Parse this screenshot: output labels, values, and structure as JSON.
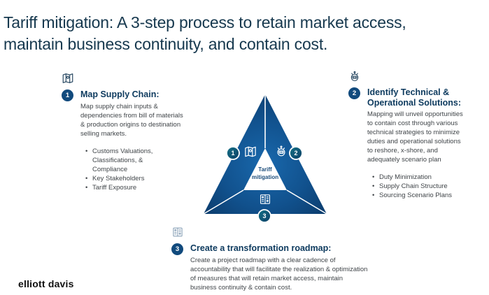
{
  "slide": {
    "title": "Tariff mitigation: A 3-step process to retain market access,\nmaintain business continuity, and contain cost."
  },
  "steps": [
    {
      "number": "1",
      "icon": "map-icon",
      "heading": "Map Supply Chain:",
      "body": "Map supply chain inputs & dependencies from bill of materials & production origins to destination selling markets.",
      "bullets": [
        "Customs Valuations, Classifications, & Compliance",
        "Key Stakeholders",
        "Tariff Exposure"
      ]
    },
    {
      "number": "2",
      "icon": "robot-icon",
      "heading": "Identify Technical & Operational Solutions:",
      "body": "Mapping will unveil opportunities to contain cost through various technical strategies to minimize duties and operational solutions to reshore, x-shore, and adequately scenario plan",
      "bullets": [
        "Duty Minimization",
        "Supply Chain Structure",
        "Sourcing Scenario Plans"
      ]
    },
    {
      "number": "3",
      "icon": "roadmap-icon",
      "heading": "Create a transformation roadmap:",
      "body": "Create a project roadmap with a clear cadence of accountability that will facilitate the realization & optimization of measures that will retain market access, maintain business continuity & contain cost.",
      "bullets": []
    }
  ],
  "diagram": {
    "center_label": "Tariff\nmitigation",
    "badge_labels": [
      "1",
      "2",
      "3"
    ]
  },
  "footer": {
    "logo": "elliott davis"
  },
  "colors": {
    "title_text": "#16384e",
    "heading_text": "#0d3a5e",
    "body_text": "#404549",
    "triangle_blue_light": "#1968ac",
    "triangle_blue_dark": "#0b3a69",
    "badge_teal": "#157287",
    "badge_navy": "#0b3e66",
    "step_number_bg": "#114a7d",
    "step3_icon": "#8aa2b8"
  }
}
